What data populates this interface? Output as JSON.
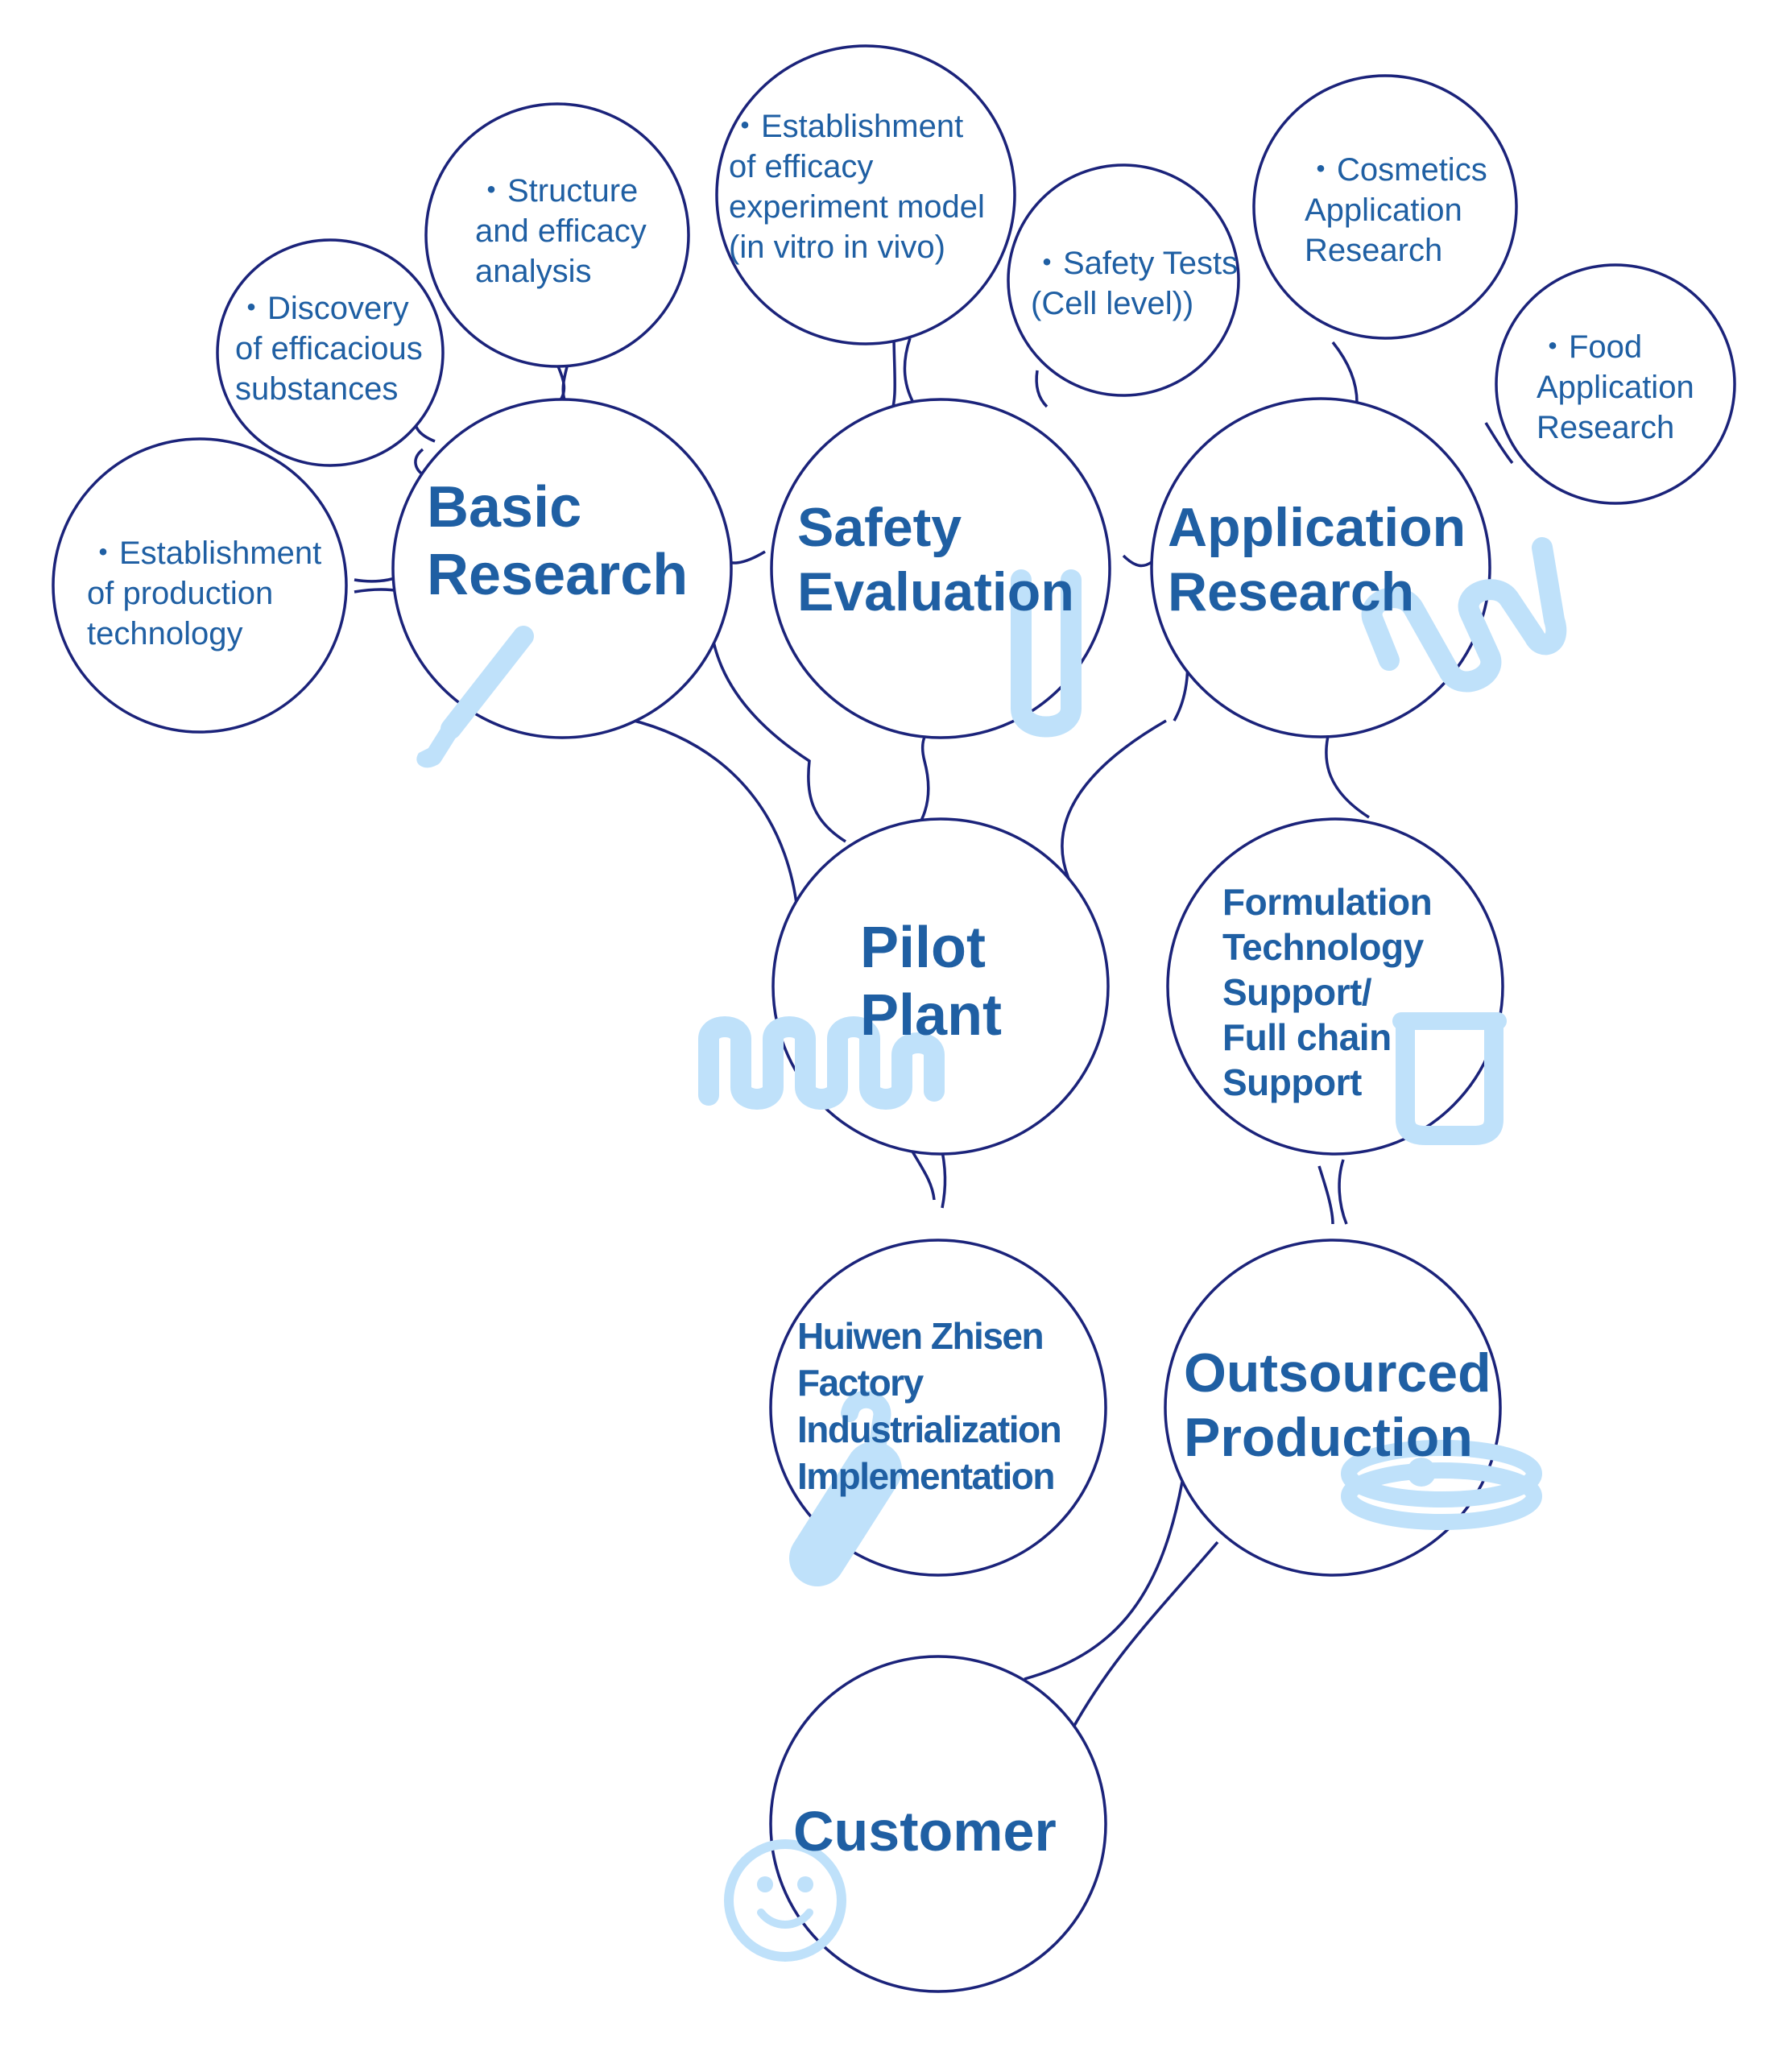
{
  "colors": {
    "outline": "#1b237a",
    "text": "#1f5fa3",
    "icon": "#bfe1fa",
    "background": "#ffffff"
  },
  "nodes": {
    "basic_research": [
      "Basic",
      "Research"
    ],
    "safety_evaluation": [
      "Safety",
      "Evaluation"
    ],
    "application_research": [
      "Application",
      "Research"
    ],
    "pilot_plant": [
      "Pilot",
      "Plant"
    ],
    "formulation_support": [
      "Formulation",
      "Technology",
      "Support/",
      "Full chain",
      "Support"
    ],
    "factory": [
      "Huiwen Zhisen",
      "Factory",
      "Industrialization",
      "Implementation"
    ],
    "outsourced_production": [
      "Outsourced",
      "Production"
    ],
    "customer": [
      "Customer"
    ]
  },
  "details": {
    "production_technology": [
      "・Establishment",
      "of production",
      "technology"
    ],
    "efficacious_substances": [
      "・Discovery",
      "of efficacious",
      "substances"
    ],
    "structure_efficacy": [
      "・Structure",
      "and efficacy",
      "analysis"
    ],
    "efficacy_model": [
      "・Establishment",
      "of efficacy",
      "experiment model",
      "(in vitro in vivo)"
    ],
    "safety_tests": [
      "・Safety Tests",
      "(Cell level))"
    ],
    "cosmetics_research": [
      "・Cosmetics",
      "Application",
      "Research"
    ],
    "food_research": [
      "・Food",
      "Application",
      "Research"
    ]
  },
  "icons": [
    "pipette-icon",
    "test-tube-icon",
    "coil-icon",
    "zigzag-tube-icon",
    "beaker-icon",
    "capsule-tube-icon",
    "petri-dish-icon",
    "smiley-icon"
  ]
}
